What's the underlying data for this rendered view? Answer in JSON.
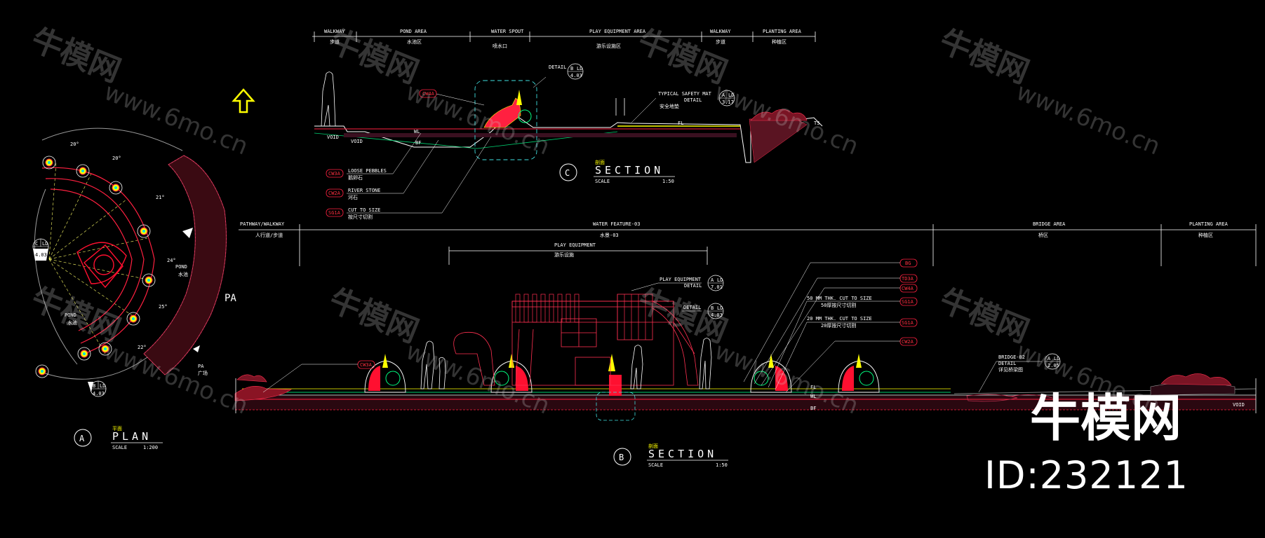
{
  "watermark": {
    "brand": "牛模网",
    "url": "www.6mo.cn"
  },
  "stamp": {
    "brand": "牛模网",
    "id": "ID:232121"
  },
  "plan": {
    "marker": "A",
    "title": "PLAN",
    "cn_title": "平面",
    "scale_label": "SCALE",
    "scale": "1:200",
    "pond_label": "POND",
    "pond_cn": "水池",
    "pa_label": "PA",
    "pa_cn": "广场",
    "angles": [
      "20°",
      "20°",
      "21°",
      "24°",
      "25°",
      "22°"
    ],
    "callout_c": {
      "top": "C",
      "sheet": "LD",
      "num": "4.03"
    },
    "callout_b": {
      "top": "B",
      "sheet": "LD",
      "num": "4.03"
    }
  },
  "section_c": {
    "marker": "C",
    "title": "SECTION",
    "cn_title": "剖面",
    "scale_label": "SCALE",
    "scale": "1:50",
    "header": [
      {
        "en": "WALKWAY",
        "cn": "步道"
      },
      {
        "en": "POND AREA",
        "cn": "水池区"
      },
      {
        "en": "WATER SPOUT",
        "cn": "喷水口"
      },
      {
        "en": "PLAY EQUIPMENT AREA",
        "cn": "游乐设施区"
      },
      {
        "en": "WALKWAY",
        "cn": "步道"
      },
      {
        "en": "PLANTING AREA",
        "cn": "种植区"
      }
    ],
    "detail_label": "DETAIL",
    "detail_callout": {
      "top": "B",
      "sheet": "LD",
      "num": "4.03"
    },
    "safety": {
      "en": "TYPICAL SAFETY MAT",
      "detail": "DETAIL",
      "cn": "安全地垫",
      "top": "A",
      "sheet": "LD",
      "num": "3.17"
    },
    "materials": [
      {
        "code": "CW3A",
        "en": "LOOSE PEBBLES",
        "cn": "鹅卵石"
      },
      {
        "code": "CW2A",
        "en": "RIVER STONE",
        "cn": "河石"
      },
      {
        "code": "SG1A",
        "en": "CUT TO SIZE",
        "cn": "按尺寸切割"
      }
    ],
    "tag_cw4a": "CW4A",
    "levels": [
      "WL",
      "BF",
      "FL",
      "TS",
      "VOID",
      "VOID"
    ]
  },
  "section_b": {
    "marker": "B",
    "title": "SECTION",
    "cn_title": "剖面",
    "scale_label": "SCALE",
    "scale": "1:50",
    "zones": [
      {
        "en": "PATHWAY/WALKWAY",
        "cn": "人行道/步道"
      },
      {
        "en": "WATER FEATURE-03",
        "cn": "水景-03"
      },
      {
        "en": "BRIDGE AREA",
        "cn": "桥区"
      },
      {
        "en": "PLANTING AREA",
        "cn": "种植区"
      }
    ],
    "play": {
      "en": "PLAY EQUIPMENT",
      "cn": "游乐设施"
    },
    "play_detail": {
      "en": "PLAY EQUIPMENT",
      "detail": "DETAIL",
      "top": "A",
      "sheet": "LD",
      "num": "7.01"
    },
    "detail2": {
      "detail": "DETAIL",
      "top": "B",
      "sheet": "LD",
      "num": "4.03"
    },
    "tags": [
      "BG",
      "TD3A",
      "CW4A",
      "SG1A",
      "SG1A",
      "CW2A"
    ],
    "notes": [
      {
        "en": "50 MM THK. CUT TO SIZE",
        "cn": "50厚按尺寸切割"
      },
      {
        "en": "20 MM THK. CUT TO SIZE",
        "cn": "20厚按尺寸切割"
      }
    ],
    "tag_cw3a": "CW3A",
    "bridge": {
      "en": "BRIDGE-02",
      "detail": "DETAIL",
      "cn": "详见桥梁图",
      "top": "A",
      "sheet": "LD",
      "num": "2.05"
    },
    "levels": [
      "FL",
      "WL",
      "BF",
      "VOID"
    ]
  }
}
